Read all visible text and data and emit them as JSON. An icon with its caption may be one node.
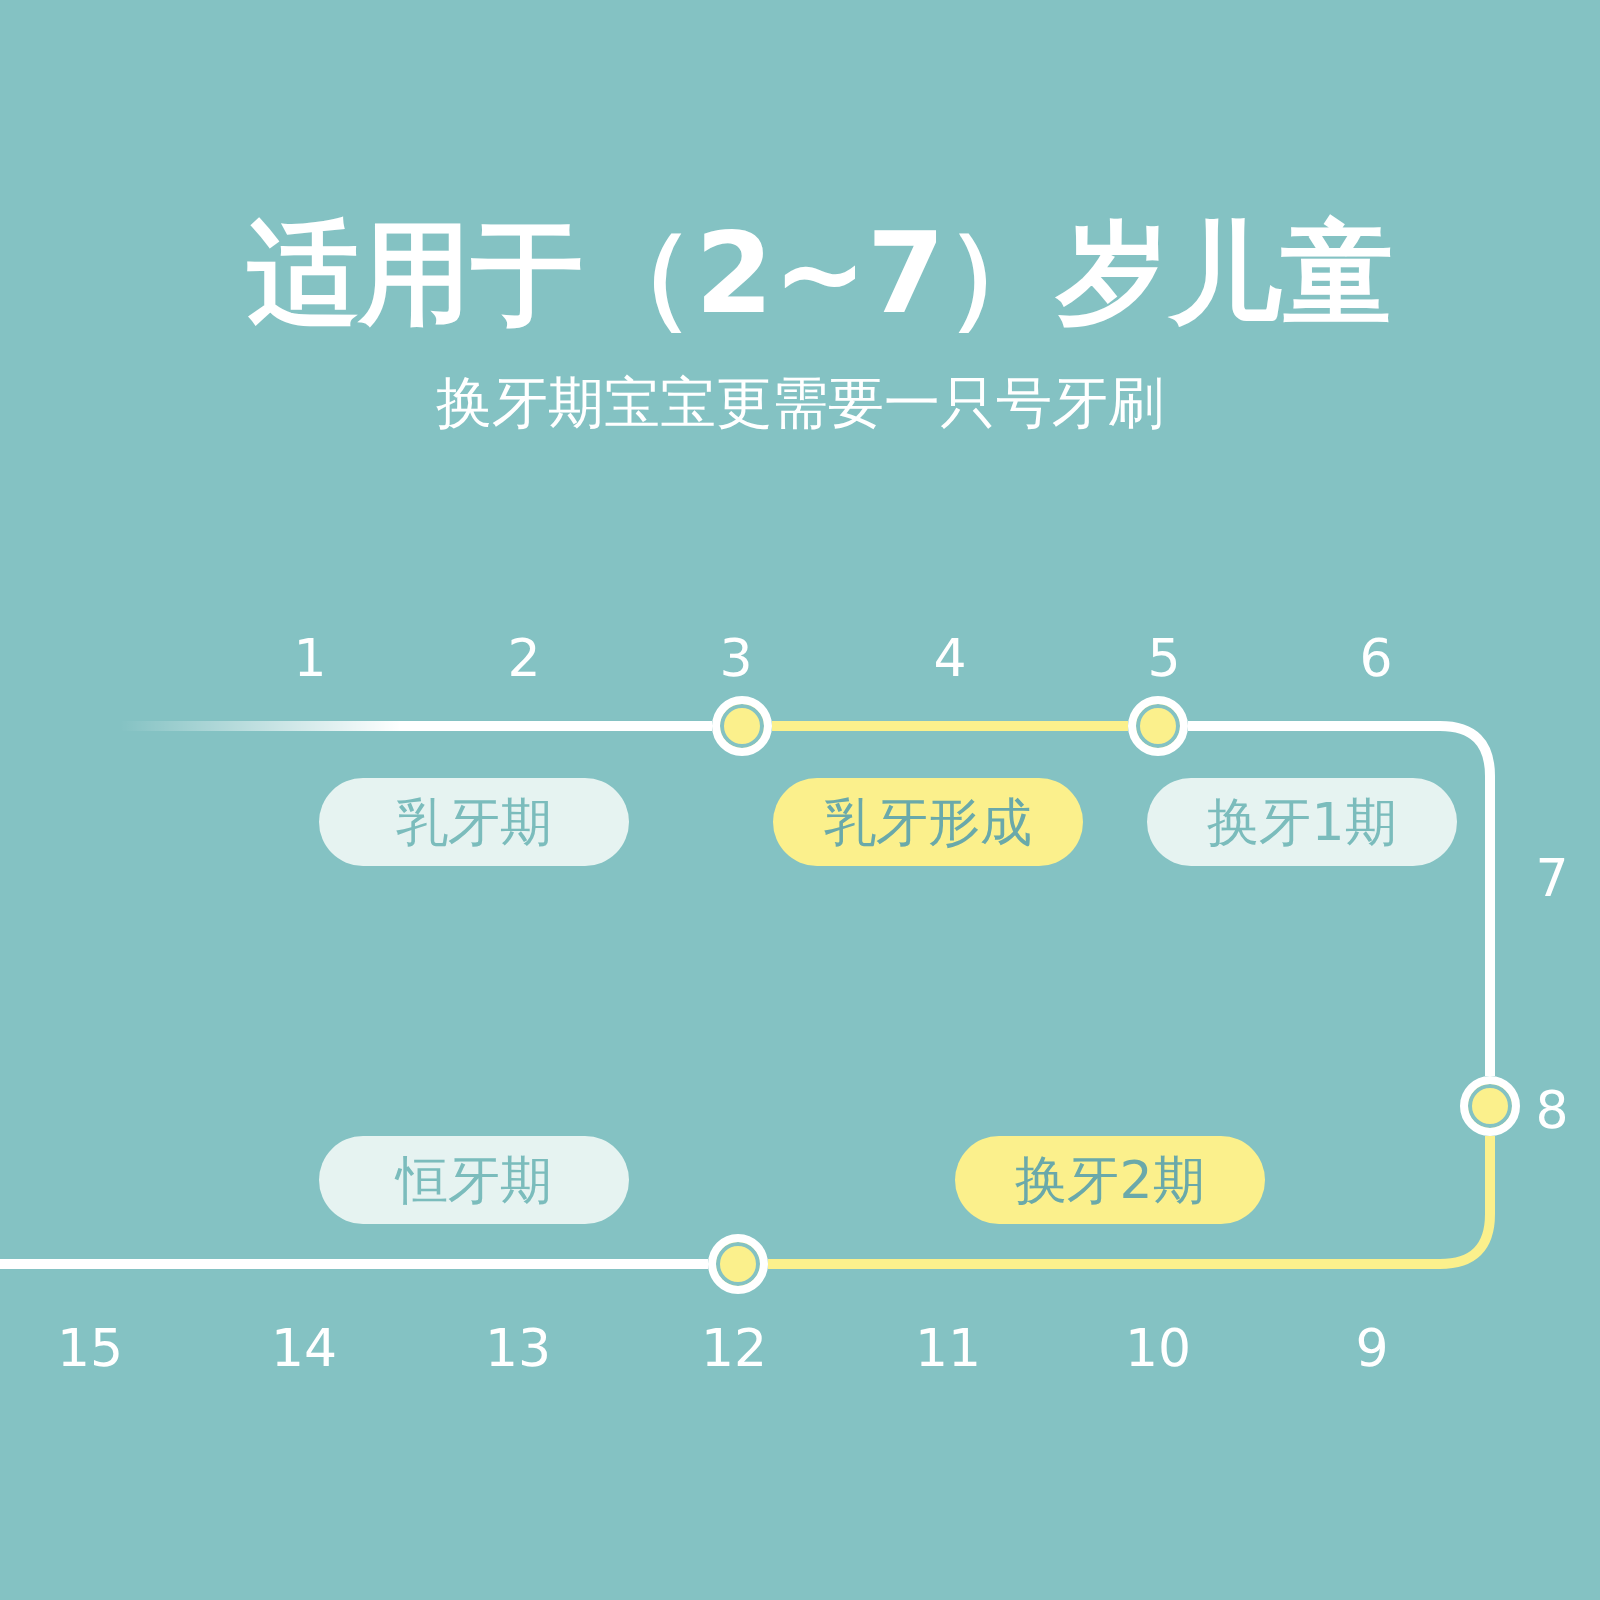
{
  "diagram": {
    "title": "适用于（2~7）岁儿童",
    "nodes": [
      {
        "text": [],
        "shape": "circle"
      },
      {
        "text": [],
        "shape": "circle"
      },
      {
        "text": [
          "乳牙期"
        ]
      },
      {
        "text": [
          "乳牙形成"
        ]
      },
      {
        "text": [
          "换牙1期"
        ]
      },
      {
        "text": [],
        "shape": "circle"
      },
      {
        "text": [
          "恒牙期"
        ]
      },
      {
        "text": [
          "换牙2期"
        ]
      },
      {
        "text": [],
        "shape": "circle"
      }
    ],
    "edges": [
      {
        "from": null,
        "to": 0,
        "arrow": "none",
        "color": "#ffffff"
      },
      {
        "from": 0,
        "to": 1,
        "arrow": "none",
        "color": "#fbf08c"
      },
      {
        "from": 1,
        "to": 5,
        "arrow": "none",
        "color": "#ffffff"
      },
      {
        "from": 5,
        "to": 8,
        "arrow": "none",
        "color": "#fbf08c"
      },
      {
        "from": 8,
        "to": null,
        "arrow": "none",
        "color": "#ffffff"
      }
    ],
    "labels": [
      "换牙期宝宝更需要一只号牙刷",
      "1",
      "2",
      "3",
      "4",
      "5",
      "6",
      "7",
      "8",
      "15",
      "14",
      "13",
      "12",
      "11",
      "10",
      "9"
    ]
  }
}
